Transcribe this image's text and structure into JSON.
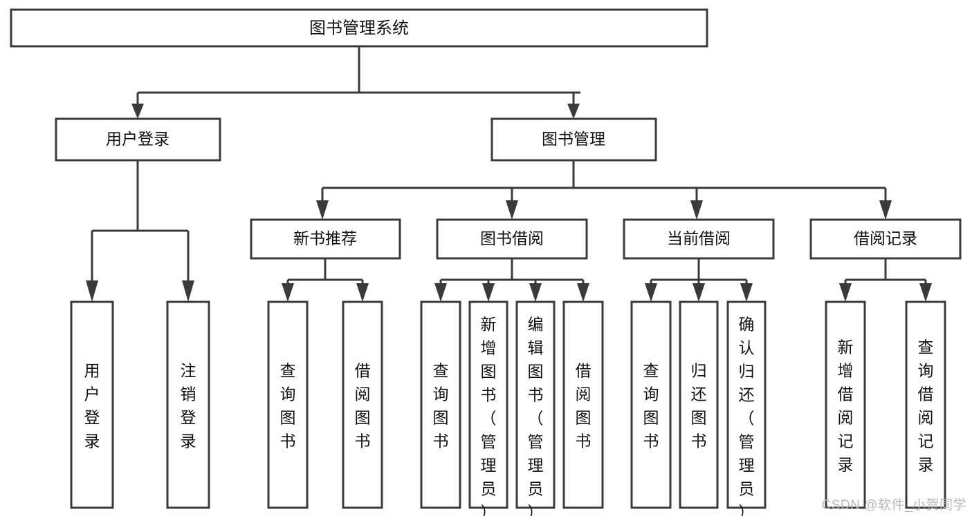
{
  "diagram": {
    "type": "tree-hierarchy",
    "title": "图书管理系统",
    "background_color": "#ffffff",
    "stroke_color": "#3a3a3a",
    "box_fill": "#ffffff",
    "text_color": "#111111"
  },
  "root": {
    "label": "图书管理系统"
  },
  "level2": [
    {
      "label": "用户登录"
    },
    {
      "label": "图书管理"
    }
  ],
  "level3": [
    {
      "label": "新书推荐"
    },
    {
      "label": "图书借阅"
    },
    {
      "label": "当前借阅"
    },
    {
      "label": "借阅记录"
    }
  ],
  "leaves": {
    "user_login": [
      {
        "lines": [
          "用",
          "户",
          "登",
          "录"
        ]
      },
      {
        "lines": [
          "注",
          "销",
          "登",
          "录"
        ]
      }
    ],
    "new_book_recommend": [
      {
        "lines": [
          "查",
          "询",
          "图",
          "书"
        ]
      },
      {
        "lines": [
          "借",
          "阅",
          "图",
          "书"
        ]
      }
    ],
    "book_borrow": [
      {
        "lines": [
          "查",
          "询",
          "图",
          "书"
        ]
      },
      {
        "lines": [
          "新",
          "增",
          "图",
          "书",
          "（",
          "管",
          "理",
          "员",
          "）"
        ]
      },
      {
        "lines": [
          "编",
          "辑",
          "图",
          "书",
          "（",
          "管",
          "理",
          "员",
          "）"
        ]
      },
      {
        "lines": [
          "借",
          "阅",
          "图",
          "书"
        ]
      }
    ],
    "current_borrow": [
      {
        "lines": [
          "查",
          "询",
          "图",
          "书"
        ]
      },
      {
        "lines": [
          "归",
          "还",
          "图",
          "书"
        ]
      },
      {
        "lines": [
          "确",
          "认",
          "归",
          "还",
          "（",
          "管",
          "理",
          "员",
          "）"
        ]
      }
    ],
    "borrow_record": [
      {
        "lines": [
          "新",
          "增",
          "借",
          "阅",
          "记",
          "录"
        ]
      },
      {
        "lines": [
          "查",
          "询",
          "借",
          "阅",
          "记",
          "录"
        ]
      }
    ]
  },
  "watermark": {
    "text": "CSDN @软件_小贺同学",
    "color": "#b9b9b9"
  }
}
